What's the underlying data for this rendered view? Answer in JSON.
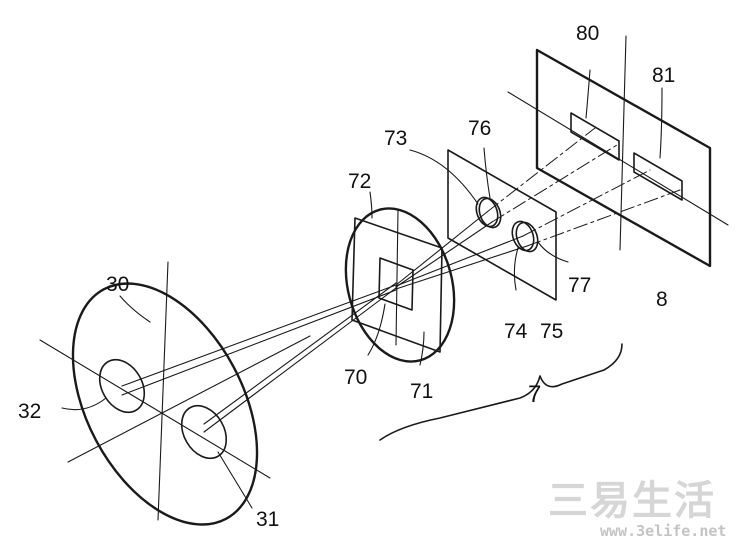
{
  "labels": {
    "l30": "30",
    "l31": "31",
    "l32": "32",
    "l70": "70",
    "l71": "71",
    "l72": "72",
    "l73": "73",
    "l74": "74",
    "l75": "75",
    "l76": "76",
    "l77": "77",
    "l80": "80",
    "l81": "81",
    "l8": "8",
    "l7": "7"
  },
  "watermark": {
    "brand": "三易生活",
    "url": "www.3elife.net"
  }
}
